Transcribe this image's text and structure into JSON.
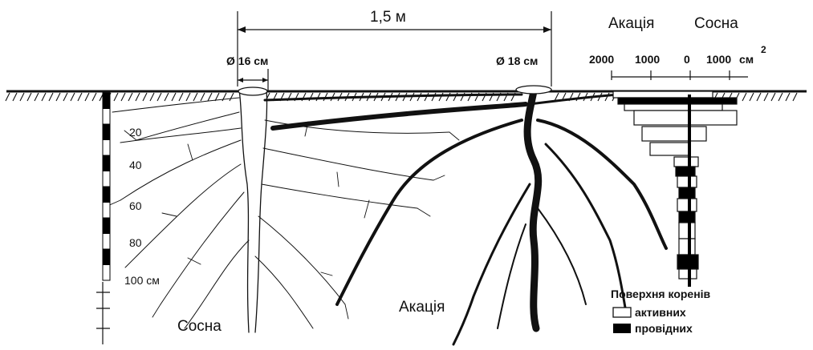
{
  "distance_label": "1,5 м",
  "diam_left": "Ø 16 см",
  "diam_right": "Ø 18 см",
  "chart_header": {
    "left": "Акація",
    "right": "Сосна"
  },
  "scale_ticks": [
    "2000",
    "1000",
    "0",
    "1000"
  ],
  "scale_unit": "см",
  "scale_unit_sup": "2",
  "depth_labels": [
    "20",
    "40",
    "60",
    "80",
    "100 см"
  ],
  "tree_labels": {
    "pine": "Сосна",
    "acacia": "Акація"
  },
  "legend": {
    "title": "Поверхня коренів",
    "items": [
      {
        "label": "активних",
        "color": "#ffffff"
      },
      {
        "label": "провідних",
        "color": "#000000"
      }
    ]
  },
  "colors": {
    "ink": "#111111",
    "paper": "#ffffff"
  }
}
